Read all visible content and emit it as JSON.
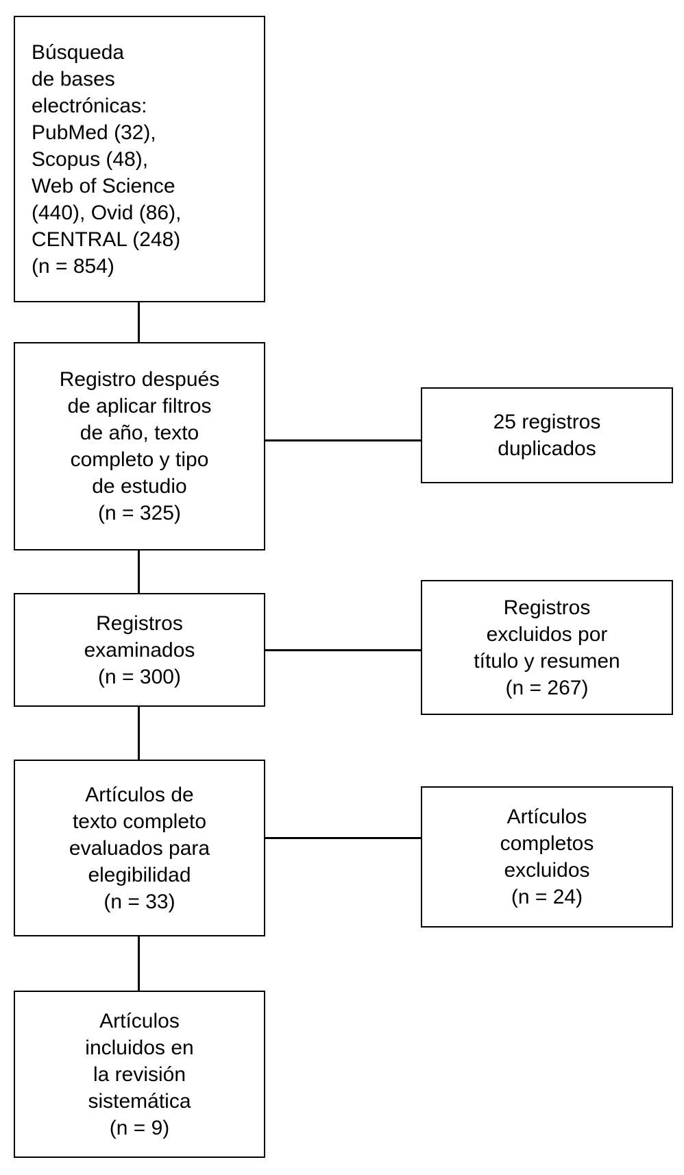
{
  "diagram": {
    "type": "prisma-flow-diagram",
    "language": "es",
    "colors": {
      "background": "#ffffff",
      "box_border": "#000000",
      "text": "#000000",
      "connector": "#000000"
    }
  },
  "nodes": {
    "identification": {
      "id": "identification",
      "align": "left",
      "lines": [
        "Búsqueda",
        "de bases",
        "electrónicas:",
        "PubMed (32),",
        "Scopus (48),",
        "Web of Science",
        "(440), Ovid (86),",
        "CENTRAL (248)",
        "(n = 854)"
      ],
      "count": 854,
      "sources": [
        {
          "name": "PubMed",
          "count": 32
        },
        {
          "name": "Scopus",
          "count": 48
        },
        {
          "name": "Web of Science",
          "count": 440
        },
        {
          "name": "Ovid",
          "count": 86
        },
        {
          "name": "CENTRAL",
          "count": 248
        }
      ]
    },
    "filtered": {
      "id": "filtered",
      "align": "center",
      "lines": [
        "Registro después",
        "de aplicar filtros",
        "de año, texto",
        "completo y tipo",
        "de estudio",
        "(n = 325)"
      ],
      "count": 325
    },
    "duplicates": {
      "id": "duplicates",
      "align": "center",
      "lines": [
        "25 registros",
        "duplicados"
      ],
      "count": 25
    },
    "screened": {
      "id": "screened",
      "align": "center",
      "lines": [
        "Registros",
        "examinados",
        "(n = 300)"
      ],
      "count": 300
    },
    "excluded_title_abstract": {
      "id": "excluded_title_abstract",
      "align": "center",
      "lines": [
        "Registros",
        "excluidos por",
        "título y resumen",
        "(n = 267)"
      ],
      "count": 267
    },
    "fulltext_assessed": {
      "id": "fulltext_assessed",
      "align": "center",
      "lines": [
        "Artículos de",
        "texto completo",
        "evaluados para",
        "elegibilidad",
        "(n = 33)"
      ],
      "count": 33
    },
    "fulltext_excluded": {
      "id": "fulltext_excluded",
      "align": "center",
      "lines": [
        "Artículos",
        "completos",
        "excluidos",
        "(n = 24)"
      ],
      "count": 24
    },
    "included": {
      "id": "included",
      "align": "center",
      "lines": [
        "Artículos",
        "incluidos en",
        "la revisión",
        "sistemática",
        "(n = 9)"
      ],
      "count": 9
    }
  }
}
